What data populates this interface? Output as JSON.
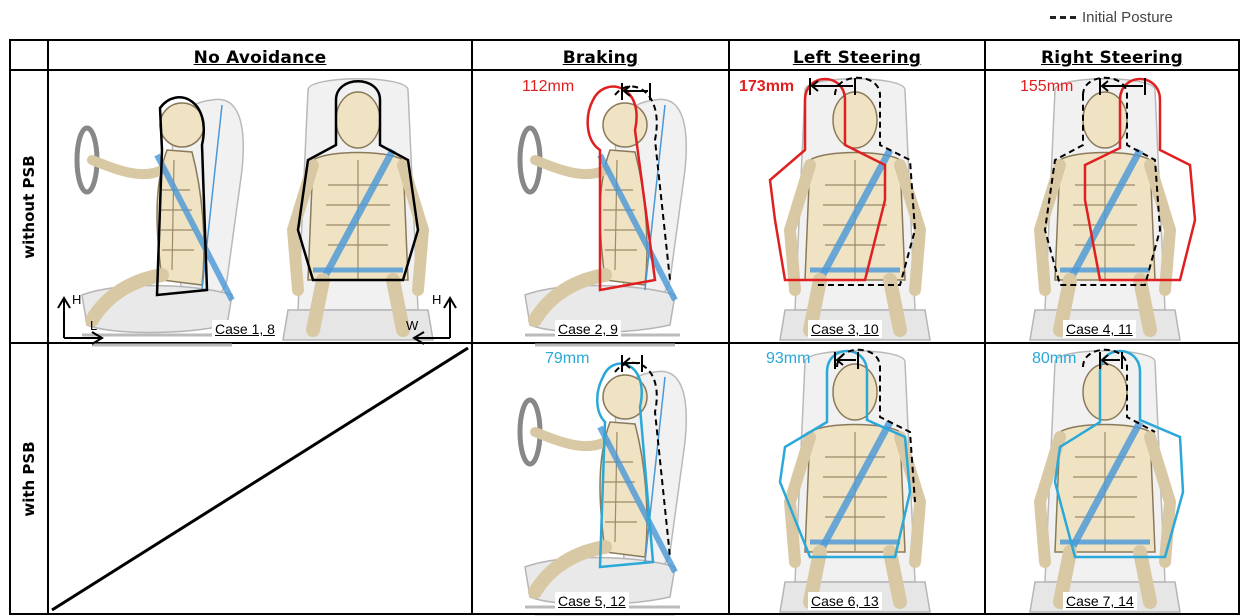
{
  "legend": {
    "label": "Initial Posture"
  },
  "columns": [
    "No Avoidance",
    "Braking",
    "Left Steering",
    "Right Steering"
  ],
  "rows": [
    "without PSB",
    "with PSB"
  ],
  "cells": {
    "no_avoidance_without": {
      "case": "Case 1, 8"
    },
    "braking_without": {
      "case": "Case 2, 9",
      "measure": "112mm"
    },
    "left_without": {
      "case": "Case 3, 10",
      "measure": "173mm"
    },
    "right_without": {
      "case": "Case 4, 11",
      "measure": "155mm"
    },
    "braking_with": {
      "case": "Case 5, 12",
      "measure": "79mm"
    },
    "left_with": {
      "case": "Case 6, 13",
      "measure": "93mm"
    },
    "right_with": {
      "case": "Case 7, 14",
      "measure": "80mm"
    }
  },
  "axes": {
    "h_left": "H",
    "l_left": "L",
    "h_right": "H",
    "w_right": "W"
  },
  "colors": {
    "without_psb": "#e02020",
    "with_psb": "#2aa8d8",
    "initial": "#222222"
  }
}
